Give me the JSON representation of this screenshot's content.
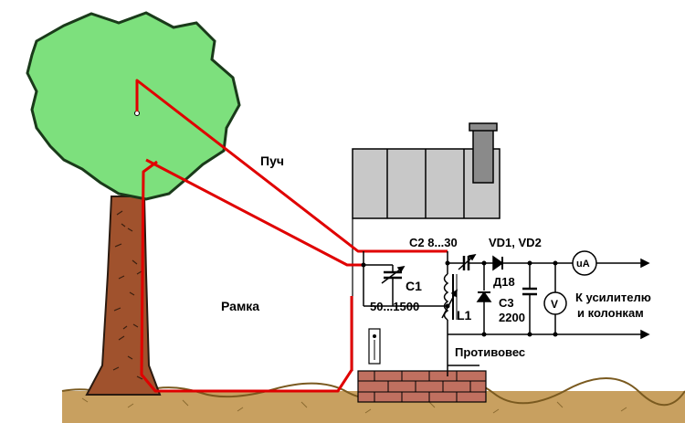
{
  "labels": {
    "beam": "Пуч",
    "frame": "Рамка",
    "c1": "C1",
    "c1_value": "50...1500",
    "c2": "C2 8...30",
    "diodes": "VD1, VD2",
    "d18": "Д18",
    "c3": "C3",
    "c3_value": "2200",
    "l1": "L1",
    "ua": "uA",
    "v": "V",
    "output_line1": "К усилителю",
    "output_line2": "и колонкам",
    "counterweight": "Противовес"
  },
  "colors": {
    "antenna_wire": "#e00000",
    "tree_crown": "#7de07d",
    "trunk": "#a0522d",
    "ground": "#c8a060",
    "house_wall": "#c8c8c8",
    "brick": "#c07060"
  }
}
